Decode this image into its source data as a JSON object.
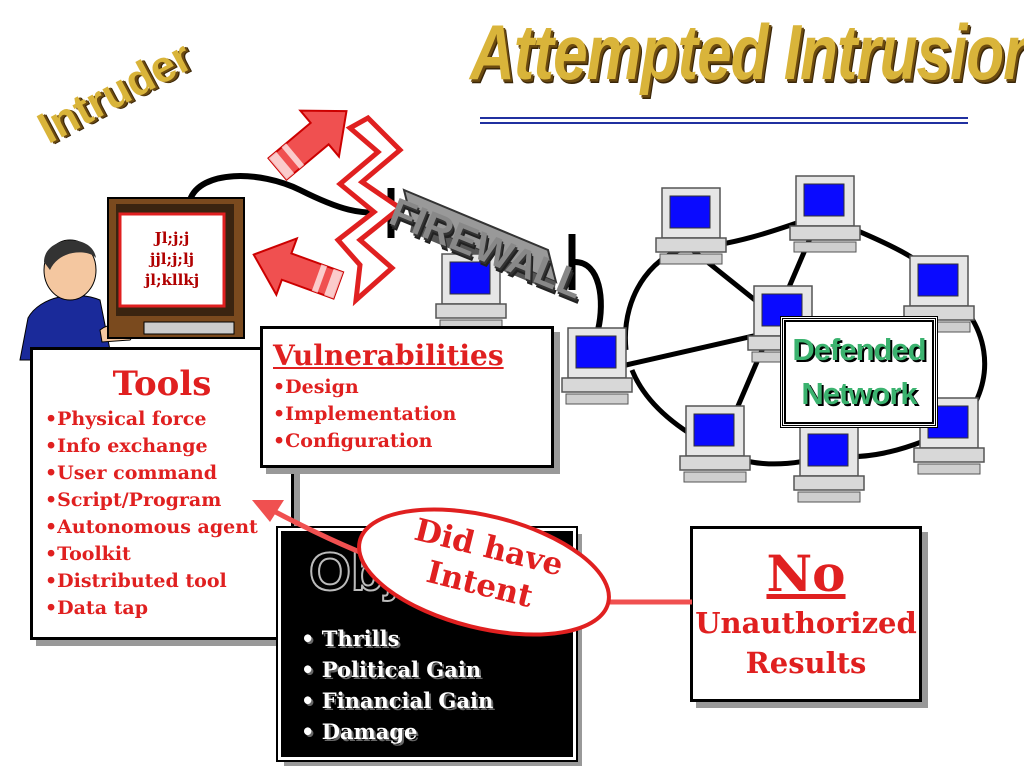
{
  "title": "Attempted Intrusion",
  "intruder_label": "Intruder",
  "firewall_label": "FIREWALL",
  "screen_lines": [
    "Jl;j;j",
    "jjl;j;lj",
    "jl;kllkj"
  ],
  "tools": {
    "heading": "Tools",
    "items": [
      "•Physical force",
      "•Info exchange",
      "•User command",
      "•Script/Program",
      "•Autonomous agent",
      "•Toolkit",
      "•Distributed tool",
      "•Data tap"
    ]
  },
  "vulnerabilities": {
    "heading": "Vulnerabilities",
    "items": [
      "•Design",
      "•Implementation",
      "•Configuration"
    ]
  },
  "objectives": {
    "heading": "Objectives",
    "items": [
      "• Thrills",
      "• Political Gain",
      "• Financial Gain",
      "• Damage"
    ]
  },
  "intent_bubble": {
    "line1": "Did have",
    "line2": "Intent"
  },
  "result": {
    "headline": "No",
    "line1": "Unauthorized",
    "line2": "Results"
  },
  "network_label": {
    "line1": "Defended",
    "line2": "Network"
  },
  "colors": {
    "accent_red": "#e02020",
    "gold": "#d9b43a",
    "monitor_blue": "#0a0aff",
    "network_green": "#3bb36f"
  }
}
